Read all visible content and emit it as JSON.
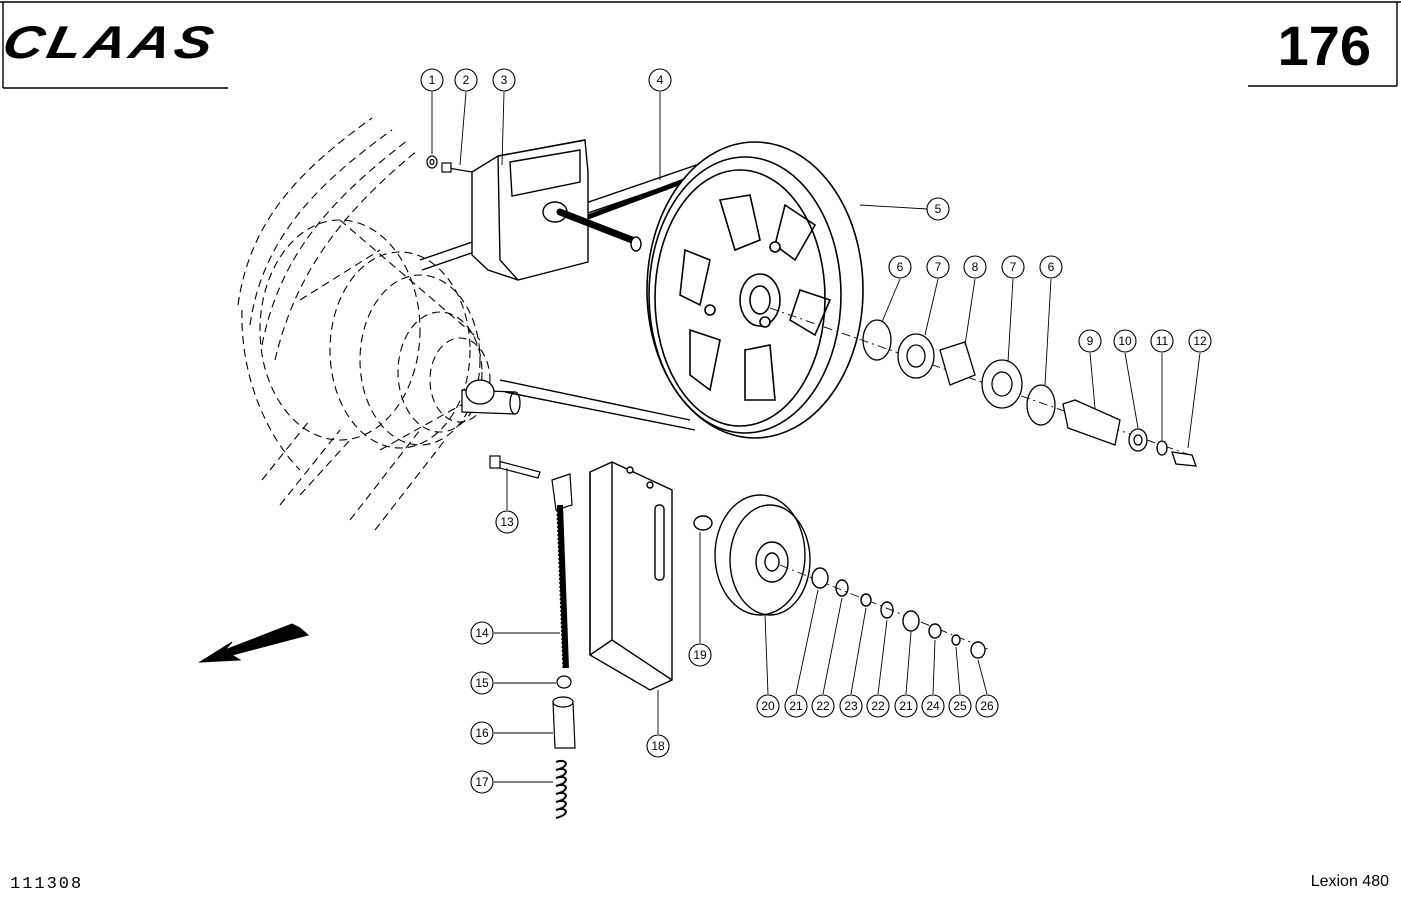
{
  "header": {
    "brand": "CLAAS",
    "page_number": "176"
  },
  "footer": {
    "drawing_number": "111308",
    "model": "Lexion 480"
  },
  "callouts": [
    {
      "label": "1"
    },
    {
      "label": "2"
    },
    {
      "label": "3"
    },
    {
      "label": "4"
    },
    {
      "label": "5"
    },
    {
      "label": "6"
    },
    {
      "label": "7"
    },
    {
      "label": "8"
    },
    {
      "label": "7"
    },
    {
      "label": "6"
    },
    {
      "label": "9"
    },
    {
      "label": "10"
    },
    {
      "label": "11"
    },
    {
      "label": "12"
    },
    {
      "label": "13"
    },
    {
      "label": "14"
    },
    {
      "label": "15"
    },
    {
      "label": "16"
    },
    {
      "label": "17"
    },
    {
      "label": "18"
    },
    {
      "label": "19"
    },
    {
      "label": "20"
    },
    {
      "label": "21"
    },
    {
      "label": "22"
    },
    {
      "label": "23"
    },
    {
      "label": "22"
    },
    {
      "label": "21"
    },
    {
      "label": "24"
    },
    {
      "label": "25"
    },
    {
      "label": "26"
    }
  ],
  "colors": {
    "ink": "#000000",
    "paper": "#ffffff"
  }
}
